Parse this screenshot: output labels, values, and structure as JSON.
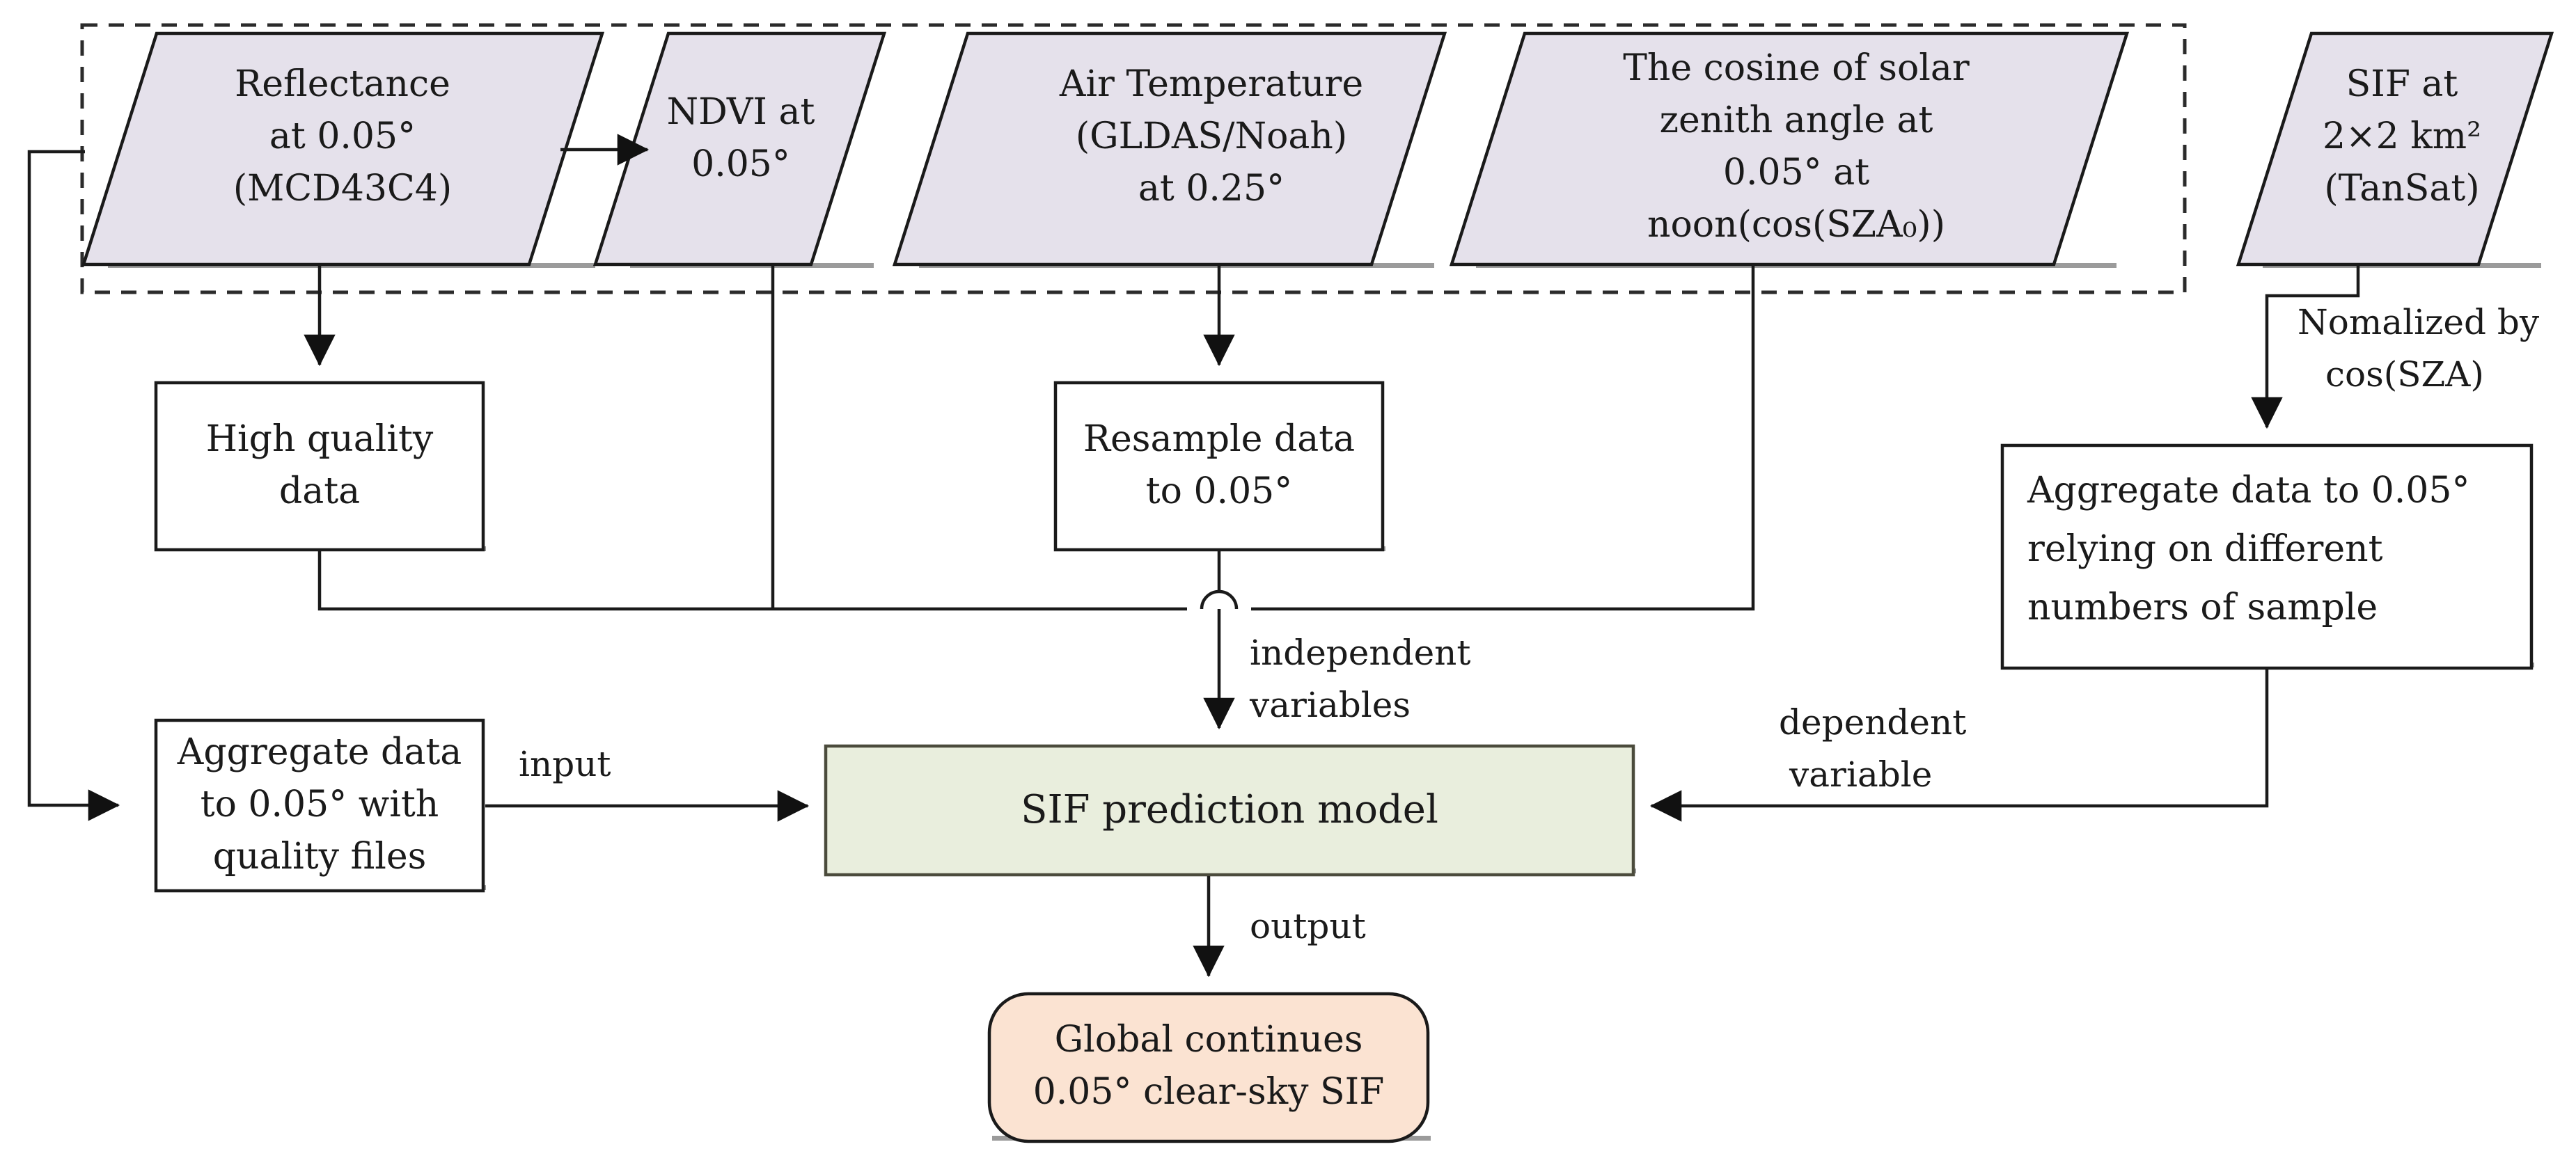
{
  "diagram": {
    "title": "SIF prediction model workflow",
    "group_box": {
      "style": "dashed",
      "label": ""
    },
    "colors": {
      "parallelogram_fill": "#e5e1eb",
      "process_fill": "#ffffff",
      "model_fill": "#e9eedd",
      "output_fill": "#fbe3d2",
      "stroke": "#1a1a1a",
      "shadow": "#6b6b6b"
    },
    "nodes": {
      "reflectance": {
        "lines": [
          "Reflectance",
          "at 0.05°",
          "(MCD43C4)"
        ],
        "shape": "parallelogram"
      },
      "ndvi": {
        "lines": [
          "NDVI at",
          "0.05°"
        ],
        "shape": "parallelogram"
      },
      "air_temperature": {
        "lines": [
          "Air Temperature",
          "(GLDAS/Noah)",
          "at 0.25°"
        ],
        "shape": "parallelogram"
      },
      "cos_sza": {
        "lines": [
          "The cosine of solar",
          "zenith angle at",
          "0.05° at",
          "noon(cos(SZA₀))"
        ],
        "shape": "parallelogram"
      },
      "sif_tansat": {
        "lines": [
          "SIF at",
          "2×2 km²",
          "(TanSat)"
        ],
        "shape": "parallelogram"
      },
      "high_quality": {
        "lines": [
          "High quality",
          "data"
        ],
        "shape": "rect"
      },
      "resample": {
        "lines": [
          "Resample data",
          "to 0.05°"
        ],
        "shape": "rect"
      },
      "aggregate_sif": {
        "lines": [
          "Aggregate data to 0.05°",
          "relying on different",
          "numbers of sample"
        ],
        "shape": "rect"
      },
      "aggregate_quality": {
        "lines": [
          "Aggregate data",
          "to 0.05° with",
          "quality files"
        ],
        "shape": "rect"
      },
      "model": {
        "lines": [
          "SIF prediction model"
        ],
        "shape": "rect"
      },
      "output": {
        "lines": [
          "Global continues",
          "0.05° clear-sky SIF"
        ],
        "shape": "rounded-rect"
      }
    },
    "edge_labels": {
      "normalized": {
        "lines": [
          "Nomalized by",
          "cos(SZA)"
        ]
      },
      "independent": {
        "lines": [
          "independent",
          "variables"
        ]
      },
      "dependent": {
        "lines": [
          "dependent",
          "variable"
        ]
      },
      "input": {
        "lines": [
          "input"
        ]
      },
      "output": {
        "lines": [
          "output"
        ]
      }
    }
  }
}
